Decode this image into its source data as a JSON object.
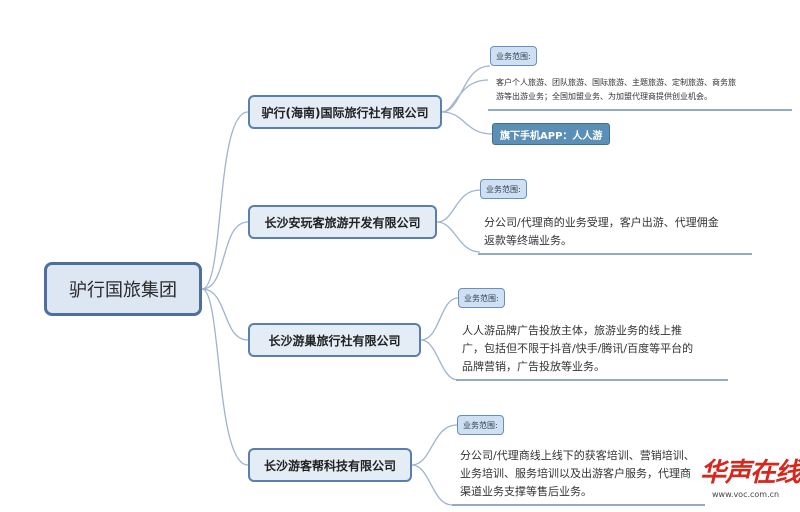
{
  "root": {
    "label": "驴行国旅集团"
  },
  "branches": [
    {
      "company": "驴行(海南)国际旅行社有限公司",
      "tag": "业务范围:",
      "desc": [
        "客户个人旅游、团队旅游、国际旅游、主题旅游、定制旅游、商务旅",
        "游等出游业务；全国加盟业务、为加盟代理商提供创业机会。"
      ],
      "app": "旗下手机APP：人人游"
    },
    {
      "company": "长沙安玩客旅游开发有限公司",
      "tag": "业务范围:",
      "desc": [
        "分公司/代理商的业务受理，客户出游、代理佣金",
        "返款等终端业务。"
      ]
    },
    {
      "company": "长沙游巢旅行社有限公司",
      "tag": "业务范围:",
      "desc": [
        "人人游品牌广告投放主体，旅游业务的线上推",
        "广，包括但不限于抖音/快手/腾讯/百度等平台的",
        "品牌营销，广告投放等业务。"
      ]
    },
    {
      "company": "长沙游客帮科技有限公司",
      "tag": "业务范围:",
      "desc": [
        "分公司/代理商线上线下的获客培训、营销培训、",
        "业务培训、服务培训以及出游客户服务，代理商",
        "渠道业务支撑等售后业务。"
      ]
    }
  ],
  "watermark": {
    "text": "华声在线",
    "url": "www.voc.com.cn"
  },
  "colors": {
    "line": "#9fb4cc",
    "underline": "#6f8fb8",
    "node_border": "#5b7fac",
    "accent": "#d7261c"
  }
}
